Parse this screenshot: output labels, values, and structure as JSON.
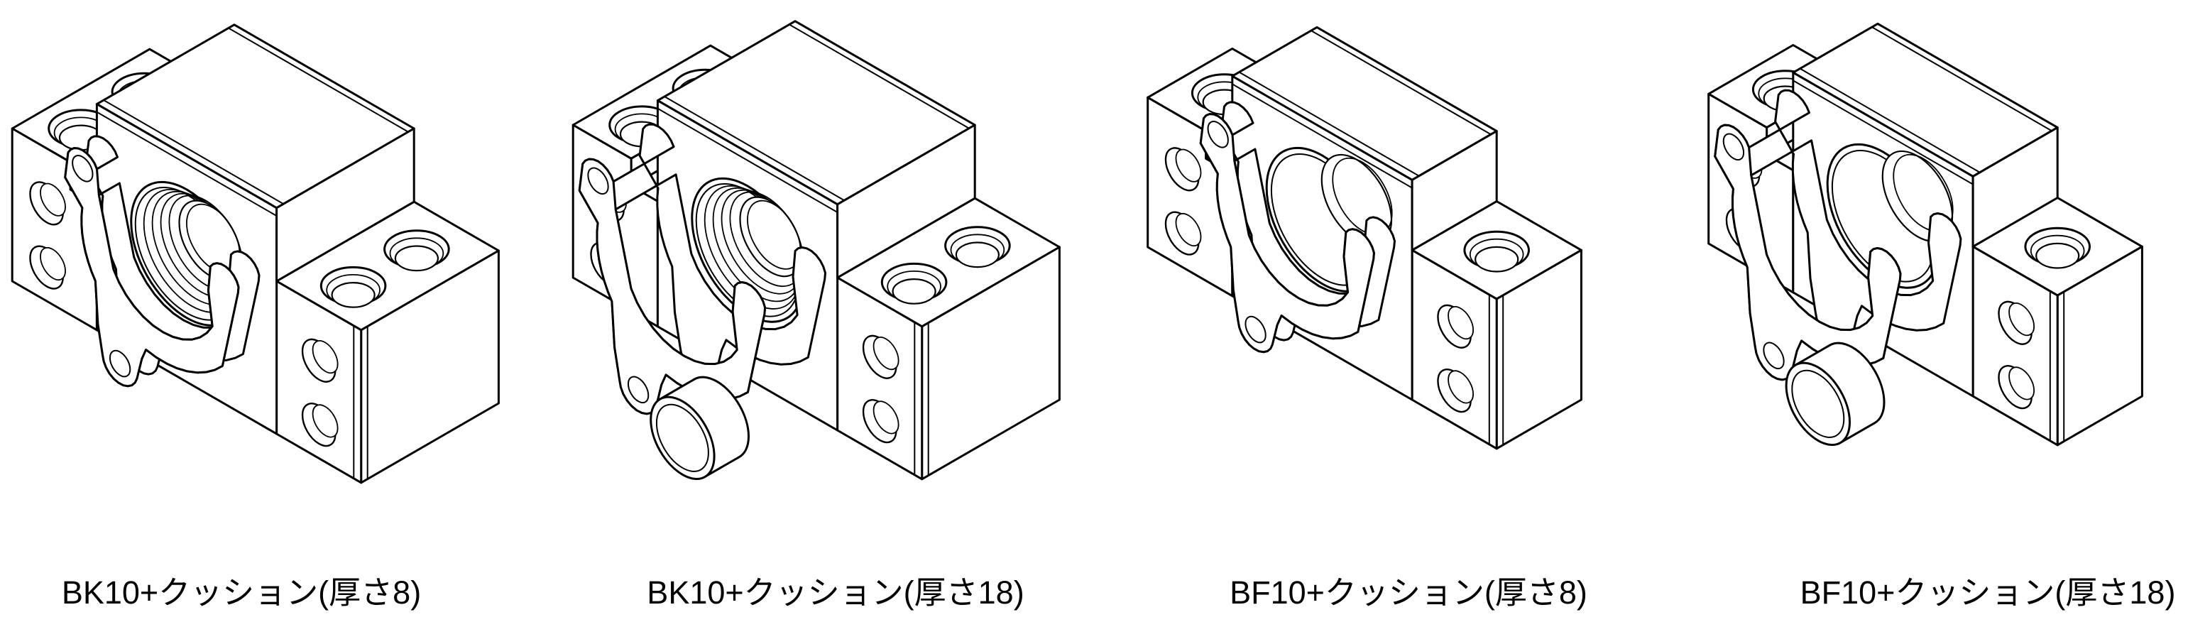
{
  "page": {
    "background_color": "#ffffff",
    "line_color": "#000000"
  },
  "figures": [
    {
      "label": "BK10+クッション(厚さ8)",
      "model": "BK10",
      "cushion_thickness": 8
    },
    {
      "label": "BK10+クッション(厚さ18)",
      "model": "BK10",
      "cushion_thickness": 18
    },
    {
      "label": "BF10+クッション(厚さ8)",
      "model": "BF10",
      "cushion_thickness": 8
    },
    {
      "label": "BF10+クッション(厚さ18)",
      "model": "BF10",
      "cushion_thickness": 18
    }
  ]
}
